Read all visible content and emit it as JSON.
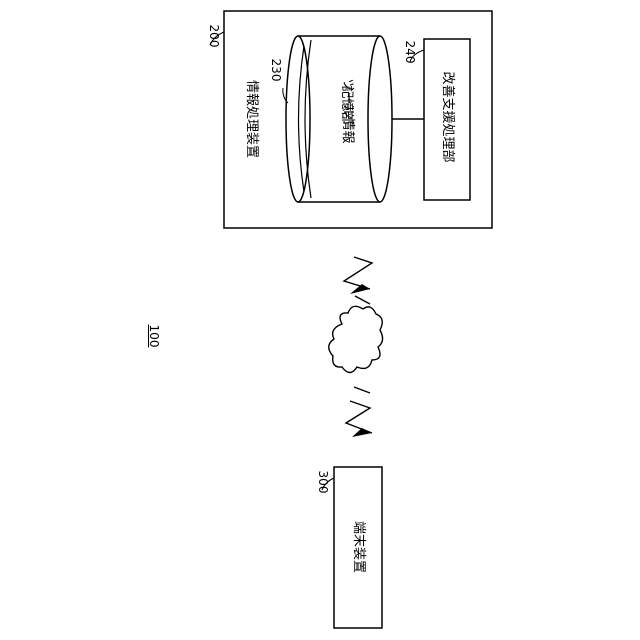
{
  "diagram": {
    "system_ref": "100",
    "info_processing_device": {
      "ref": "200",
      "label": "情報処理装置",
      "tool_info_storage": {
        "ref": "230",
        "label_line1": "ツール情報",
        "label_line2": "記憶部"
      },
      "improvement_support": {
        "ref": "240",
        "label": "改善支援処理部"
      }
    },
    "terminal_device": {
      "ref": "300",
      "label": "端末装置"
    },
    "network": {
      "icon": "cloud-icon",
      "links": [
        "lightning-icon",
        "lightning-icon"
      ]
    }
  }
}
